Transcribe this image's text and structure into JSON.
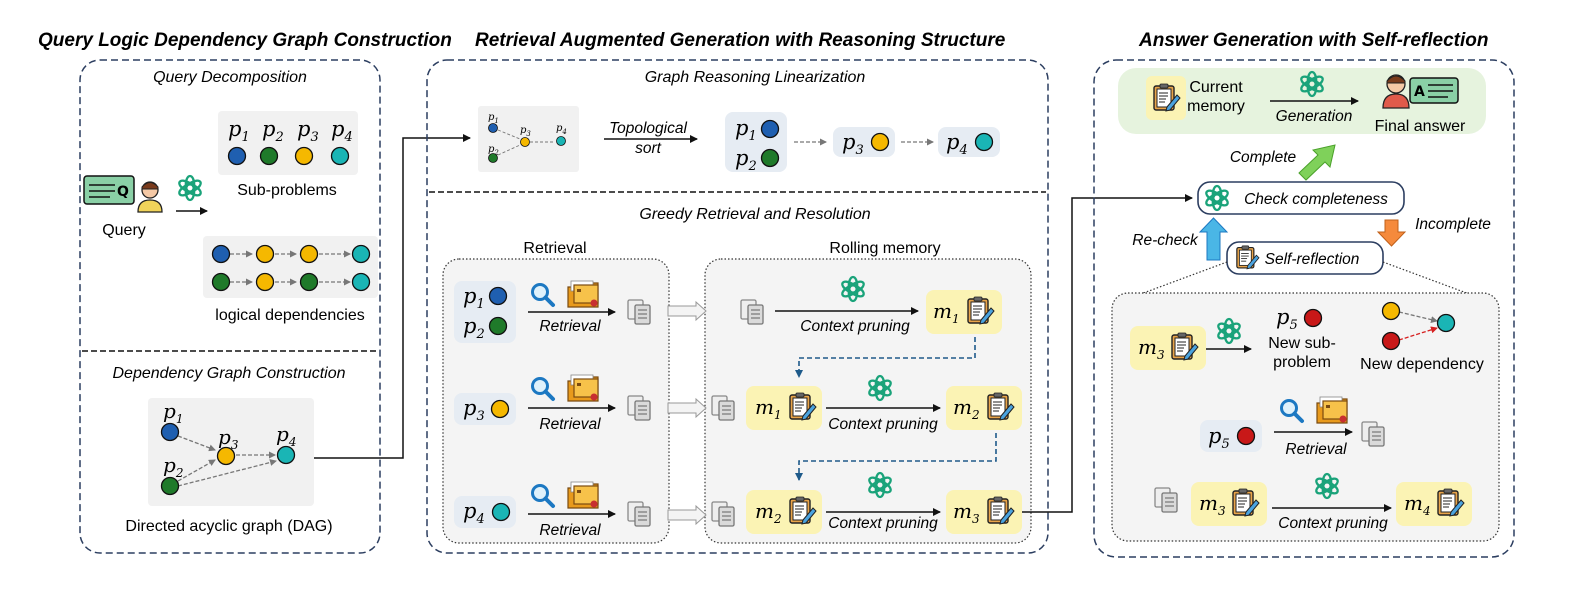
{
  "headings": {
    "section1": "Query Logic Dependency Graph Construction",
    "section2": "Retrieval Augmented Generation with Reasoning  Structure",
    "section3": "Answer Generation with Self-reflection"
  },
  "panel1": {
    "decomposition_title": "Query Decomposition",
    "subproblems_label": "Sub-problems",
    "query_label": "Query",
    "logical_deps_label": "logical dependencies",
    "dag_title": "Dependency Graph Construction",
    "dag_label": "Directed acyclic graph (DAG)"
  },
  "panel2": {
    "linearization_title": "Graph Reasoning Linearization",
    "topological_sort": [
      "Topological",
      "sort"
    ],
    "greedy_title": "Greedy Retrieval and Resolution",
    "retrieval_title": "Retrieval",
    "rolling_title": "Rolling memory",
    "retrieval_label": "Retrieval",
    "context_pruning_label": "Context pruning"
  },
  "panel3": {
    "current_memory": [
      "Current",
      "memory"
    ],
    "generation_label": "Generation",
    "final_answer": "Final answer",
    "complete_label": "Complete",
    "check_completeness": "Check completeness",
    "incomplete_label": "Incomplete",
    "recheck_label": "Re-check",
    "self_reflection": "Self-reflection",
    "new_subproblem": [
      "New sub-",
      "problem"
    ],
    "new_dependency": "New dependency",
    "retrieval_label": "Retrieval",
    "context_pruning_label": "Context pruning"
  },
  "variables": {
    "p1": [
      "p",
      "1"
    ],
    "p2": [
      "p",
      "2"
    ],
    "p3": [
      "p",
      "3"
    ],
    "p4": [
      "p",
      "4"
    ],
    "p5": [
      "p",
      "5"
    ],
    "m1": [
      "m",
      "1"
    ],
    "m2": [
      "m",
      "2"
    ],
    "m3": [
      "m",
      "3"
    ],
    "m4": [
      "m",
      "4"
    ]
  },
  "colors": {
    "p1": "#1f5fb0",
    "p2": "#1f7a2a",
    "p3": "#f5b800",
    "p4": "#1ab5b5",
    "p5": "#c81818",
    "memory_bg": "#fbf3b4",
    "var_bg": "#e6ecf3",
    "panel_border": "#2c3e60",
    "green_box": "#e6f3de",
    "dash_blue": "#1e5a8a"
  },
  "icons": {
    "openai": "openai-logo-icon",
    "document": "document-stack-icon",
    "search": "magnifier-icon",
    "folder": "folder-icon",
    "clipboard": "clipboard-pen-icon",
    "person": "person-icon"
  }
}
